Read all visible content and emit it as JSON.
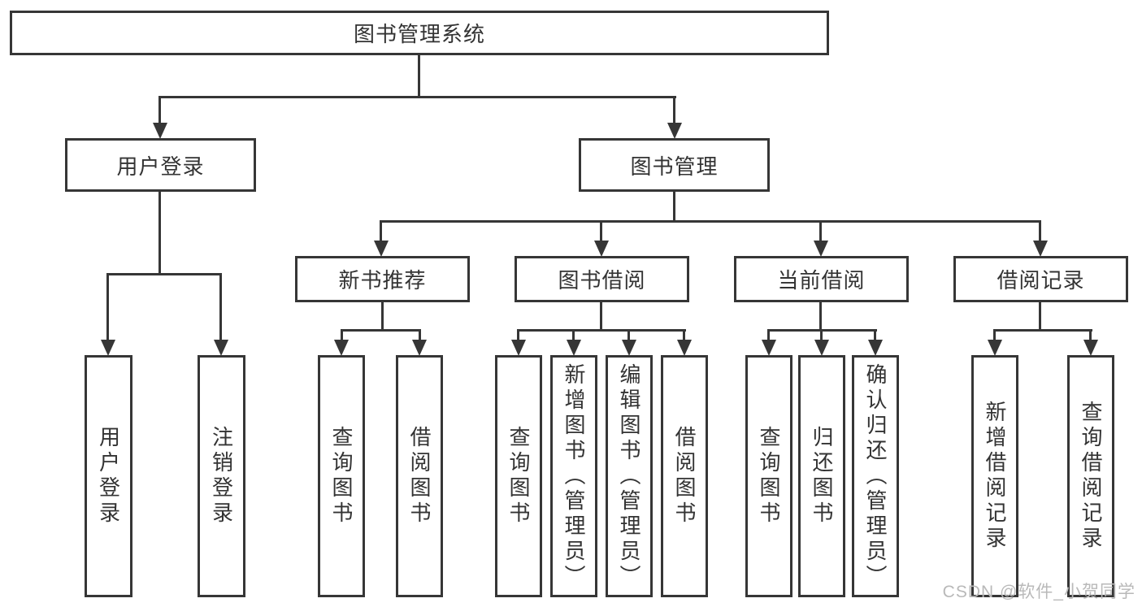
{
  "colors": {
    "line": "#363636",
    "text": "#333333",
    "background": "#ffffff",
    "watermark": "#b9b9b9"
  },
  "watermark": "CSDN @软件_小贺同学",
  "nodes": {
    "root": {
      "label": "图书管理系统"
    },
    "level2": [
      {
        "label": "用户登录"
      },
      {
        "label": "图书管理"
      }
    ],
    "level3": [
      {
        "label": "新书推荐"
      },
      {
        "label": "图书借阅"
      },
      {
        "label": "当前借阅"
      },
      {
        "label": "借阅记录"
      }
    ],
    "leaves": {
      "user_login": [
        "用户登录",
        "注销登录"
      ],
      "new_book": [
        "查询图书",
        "借阅图书"
      ],
      "book_borrow": [
        "查询图书",
        "新增图书（管理员）",
        "编辑图书（管理员）",
        "借阅图书"
      ],
      "current_borrow": [
        "查询图书",
        "归还图书",
        "确认归还（管理员）"
      ],
      "borrow_record": [
        "新增借阅记录",
        "查询借阅记录"
      ]
    }
  }
}
